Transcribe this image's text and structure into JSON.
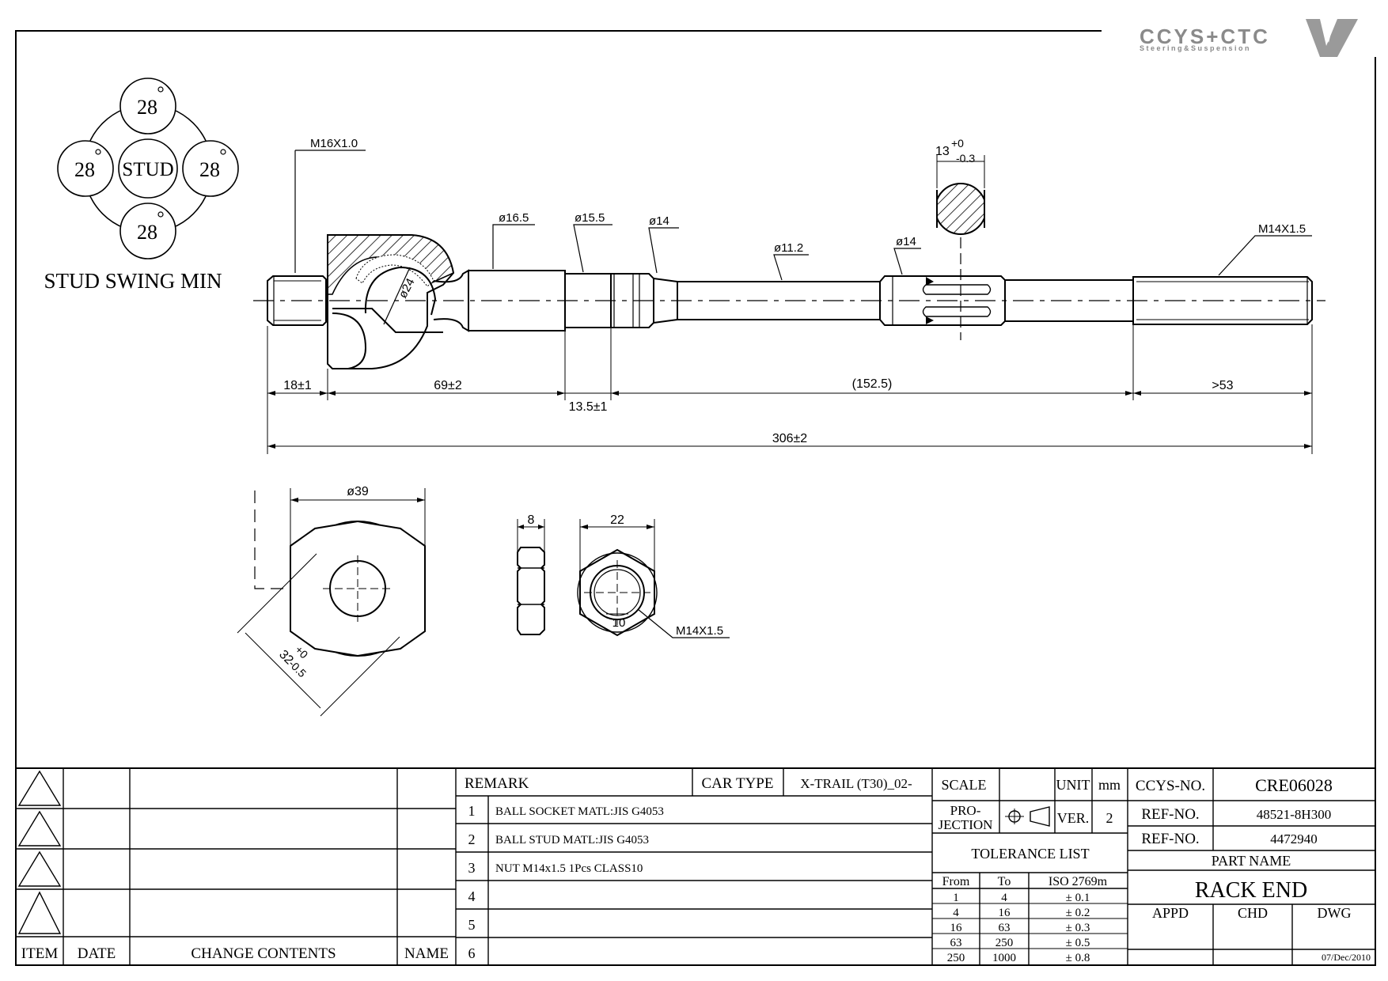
{
  "logo": {
    "brand": "CCYS+CTC",
    "tagline": "Steering&Suspension"
  },
  "stud_swing": {
    "angles": [
      "28",
      "28",
      "28",
      "28"
    ],
    "center": "STUD",
    "caption": "STUD SWING MIN"
  },
  "dimensions": {
    "thread_left": "M16X1.0",
    "d165": "ø16.5",
    "d155": "ø15.5",
    "d14a": "ø14",
    "d112": "ø11.2",
    "d14b": "ø14",
    "d24": "ø24",
    "flat_top": "13",
    "flat_tol_plus": "+0",
    "flat_tol_minus": "-0.3",
    "thread_right": "M14X1.5",
    "len_18": "18±1",
    "len_69": "69±2",
    "len_13_5": "13.5±1",
    "len_152_5": "(152.5)",
    "len_53": ">53",
    "len_total": "306±2",
    "d39": "ø39",
    "hex_32": "32",
    "hex_32_plus": "+0",
    "hex_32_minus": "-0.5",
    "nut_thk": "8",
    "nut_af": "22",
    "nut_inner": "10",
    "nut_thread": "M14X1.5"
  },
  "revision_block": {
    "headers": [
      "ITEM",
      "DATE",
      "CHANGE CONTENTS",
      "NAME"
    ]
  },
  "remarks": {
    "header": "REMARK",
    "car_type_label": "CAR TYPE",
    "car_type_value": "X-TRAIL (T30)_02-",
    "items": [
      {
        "no": "1",
        "text": "BALL SOCKET MATL:JIS G4053"
      },
      {
        "no": "2",
        "text": "BALL STUD MATL:JIS G4053"
      },
      {
        "no": "3",
        "text": "NUT M14x1.5 1Pcs CLASS10"
      },
      {
        "no": "4",
        "text": ""
      },
      {
        "no": "5",
        "text": ""
      },
      {
        "no": "6",
        "text": ""
      }
    ]
  },
  "spec_block": {
    "scale_label": "SCALE",
    "scale_value": "",
    "unit_label": "UNIT",
    "unit_value": "mm",
    "projection_label_1": "PRO-",
    "projection_label_2": "JECTION",
    "ver_label": "VER.",
    "ver_value": "2",
    "tolerance_title": "TOLERANCE LIST",
    "tol_headers": [
      "From",
      "To",
      "ISO 2769m"
    ],
    "tol_rows": [
      [
        "1",
        "4",
        "± 0.1"
      ],
      [
        "4",
        "16",
        "± 0.2"
      ],
      [
        "16",
        "63",
        "± 0.3"
      ],
      [
        "63",
        "250",
        "± 0.5"
      ],
      [
        "250",
        "1000",
        "± 0.8"
      ]
    ]
  },
  "title_block": {
    "ccys_label": "CCYS-NO.",
    "ccys_value": "CRE06028",
    "ref1_label": "REF-NO.",
    "ref1_value": "48521-8H300",
    "ref2_label": "REF-NO.",
    "ref2_value": "4472940",
    "part_name_label": "PART NAME",
    "part_name_value": "RACK END",
    "appd_label": "APPD",
    "chd_label": "CHD",
    "dwg_label": "DWG",
    "date_value": "07/Dec/2010"
  }
}
